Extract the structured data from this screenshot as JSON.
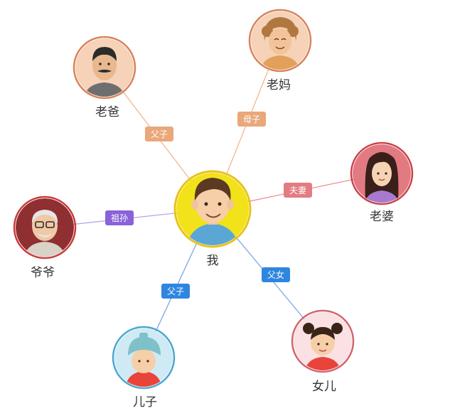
{
  "center": {
    "id": "me",
    "label": "我",
    "avatar_icon": "boy-avatar-icon",
    "ring_color": "#e8c21a",
    "fill_color": "#f2e21a"
  },
  "relatives": [
    {
      "id": "dad",
      "label": "老爸",
      "avatar_icon": "father-avatar-icon",
      "ring_color": "#d9825a",
      "bg_color": "#f5d2b8",
      "relation": "父子",
      "edge_color": "#f2b78c",
      "tag_color": "#e9a77a"
    },
    {
      "id": "mom",
      "label": "老妈",
      "avatar_icon": "mother-avatar-icon",
      "ring_color": "#d9825a",
      "bg_color": "#f5d2b8",
      "relation": "母子",
      "edge_color": "#f2b78c",
      "tag_color": "#e9a77a"
    },
    {
      "id": "wife",
      "label": "老婆",
      "avatar_icon": "wife-avatar-icon",
      "ring_color": "#c9424a",
      "bg_color": "#e27a82",
      "relation": "夫妻",
      "edge_color": "#ef8f96",
      "tag_color": "#e37b82"
    },
    {
      "id": "grandpa",
      "label": "爷爷",
      "avatar_icon": "grandfather-avatar-icon",
      "ring_color": "#c93a3a",
      "bg_color": "#8f2f32",
      "relation": "祖孙",
      "edge_color": "#b9a6e6",
      "tag_color": "#8a62d9"
    },
    {
      "id": "son",
      "label": "儿子",
      "avatar_icon": "son-avatar-icon",
      "ring_color": "#4aa6cf",
      "bg_color": "#cfeaf5",
      "relation": "父子",
      "edge_color": "#7fa4e6",
      "tag_color": "#2f86e0"
    },
    {
      "id": "daughter",
      "label": "女儿",
      "avatar_icon": "daughter-avatar-icon",
      "ring_color": "#d0666e",
      "bg_color": "#fbe1e3",
      "relation": "父女",
      "edge_color": "#7fa4e6",
      "tag_color": "#2f86e0"
    }
  ]
}
